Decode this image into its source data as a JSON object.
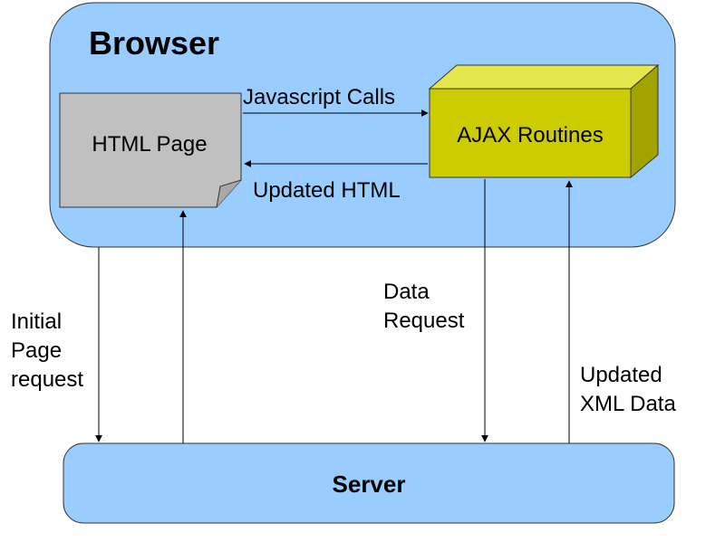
{
  "colors": {
    "browser_fill": "#99ccff",
    "server_fill": "#99ccff",
    "page_fill": "#c0c0c0",
    "cube_front": "#cccc00",
    "cube_top": "#e6e64d",
    "cube_side": "#a3a300",
    "stroke": "#333333",
    "arrow": "#000000"
  },
  "browser": {
    "title": "Browser"
  },
  "html_page": {
    "label": "HTML Page"
  },
  "ajax": {
    "label": "AJAX Routines"
  },
  "server": {
    "label": "Server"
  },
  "arrows": {
    "javascript_calls": "Javascript Calls",
    "updated_html": "Updated HTML",
    "initial_request": [
      "Initial",
      "Page",
      "request"
    ],
    "data_request": [
      "Data",
      "Request"
    ],
    "updated_xml": [
      "Updated",
      "XML Data"
    ]
  },
  "icons": {
    "html_page": "document-icon",
    "ajax": "cube-icon"
  }
}
